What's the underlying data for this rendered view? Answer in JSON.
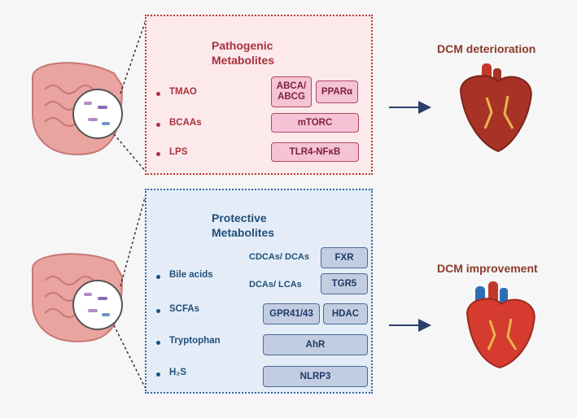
{
  "pathogenic": {
    "title_line1": "Pathogenic",
    "title_line2": "Metabolites",
    "items": [
      {
        "label": "TMAO",
        "targets": [
          "ABCA/ ABCG",
          "PPARα"
        ]
      },
      {
        "label": "BCAAs",
        "targets": [
          "mTORC"
        ]
      },
      {
        "label": "LPS",
        "targets": [
          "TLR4-NFκB"
        ]
      }
    ],
    "outcome": "DCM deterioration"
  },
  "protective": {
    "title_line1": "Protective",
    "title_line2": "Metabolites",
    "bile_acids": {
      "label": "Bile acids",
      "branches": [
        {
          "label": "CDCAs/ DCAs",
          "target": "FXR"
        },
        {
          "label": "DCAs/ LCAs",
          "target": "TGR5"
        }
      ]
    },
    "items": [
      {
        "label": "SCFAs",
        "targets": [
          "GPR41/43",
          "HDAC"
        ]
      },
      {
        "label": "Tryptophan",
        "targets": [
          "AhR"
        ]
      },
      {
        "label": "H₂S",
        "targets": [
          "NLRP3"
        ]
      }
    ],
    "outcome": "DCM improvement"
  },
  "colors": {
    "pathogenic_accent": "#a8323c",
    "protective_accent": "#1f4e79",
    "outcome_text": "#8b3a2b"
  },
  "icons": [
    "intestine-icon",
    "microbe-magnifier-icon",
    "bacteria-petri-icon",
    "heart-icon"
  ]
}
